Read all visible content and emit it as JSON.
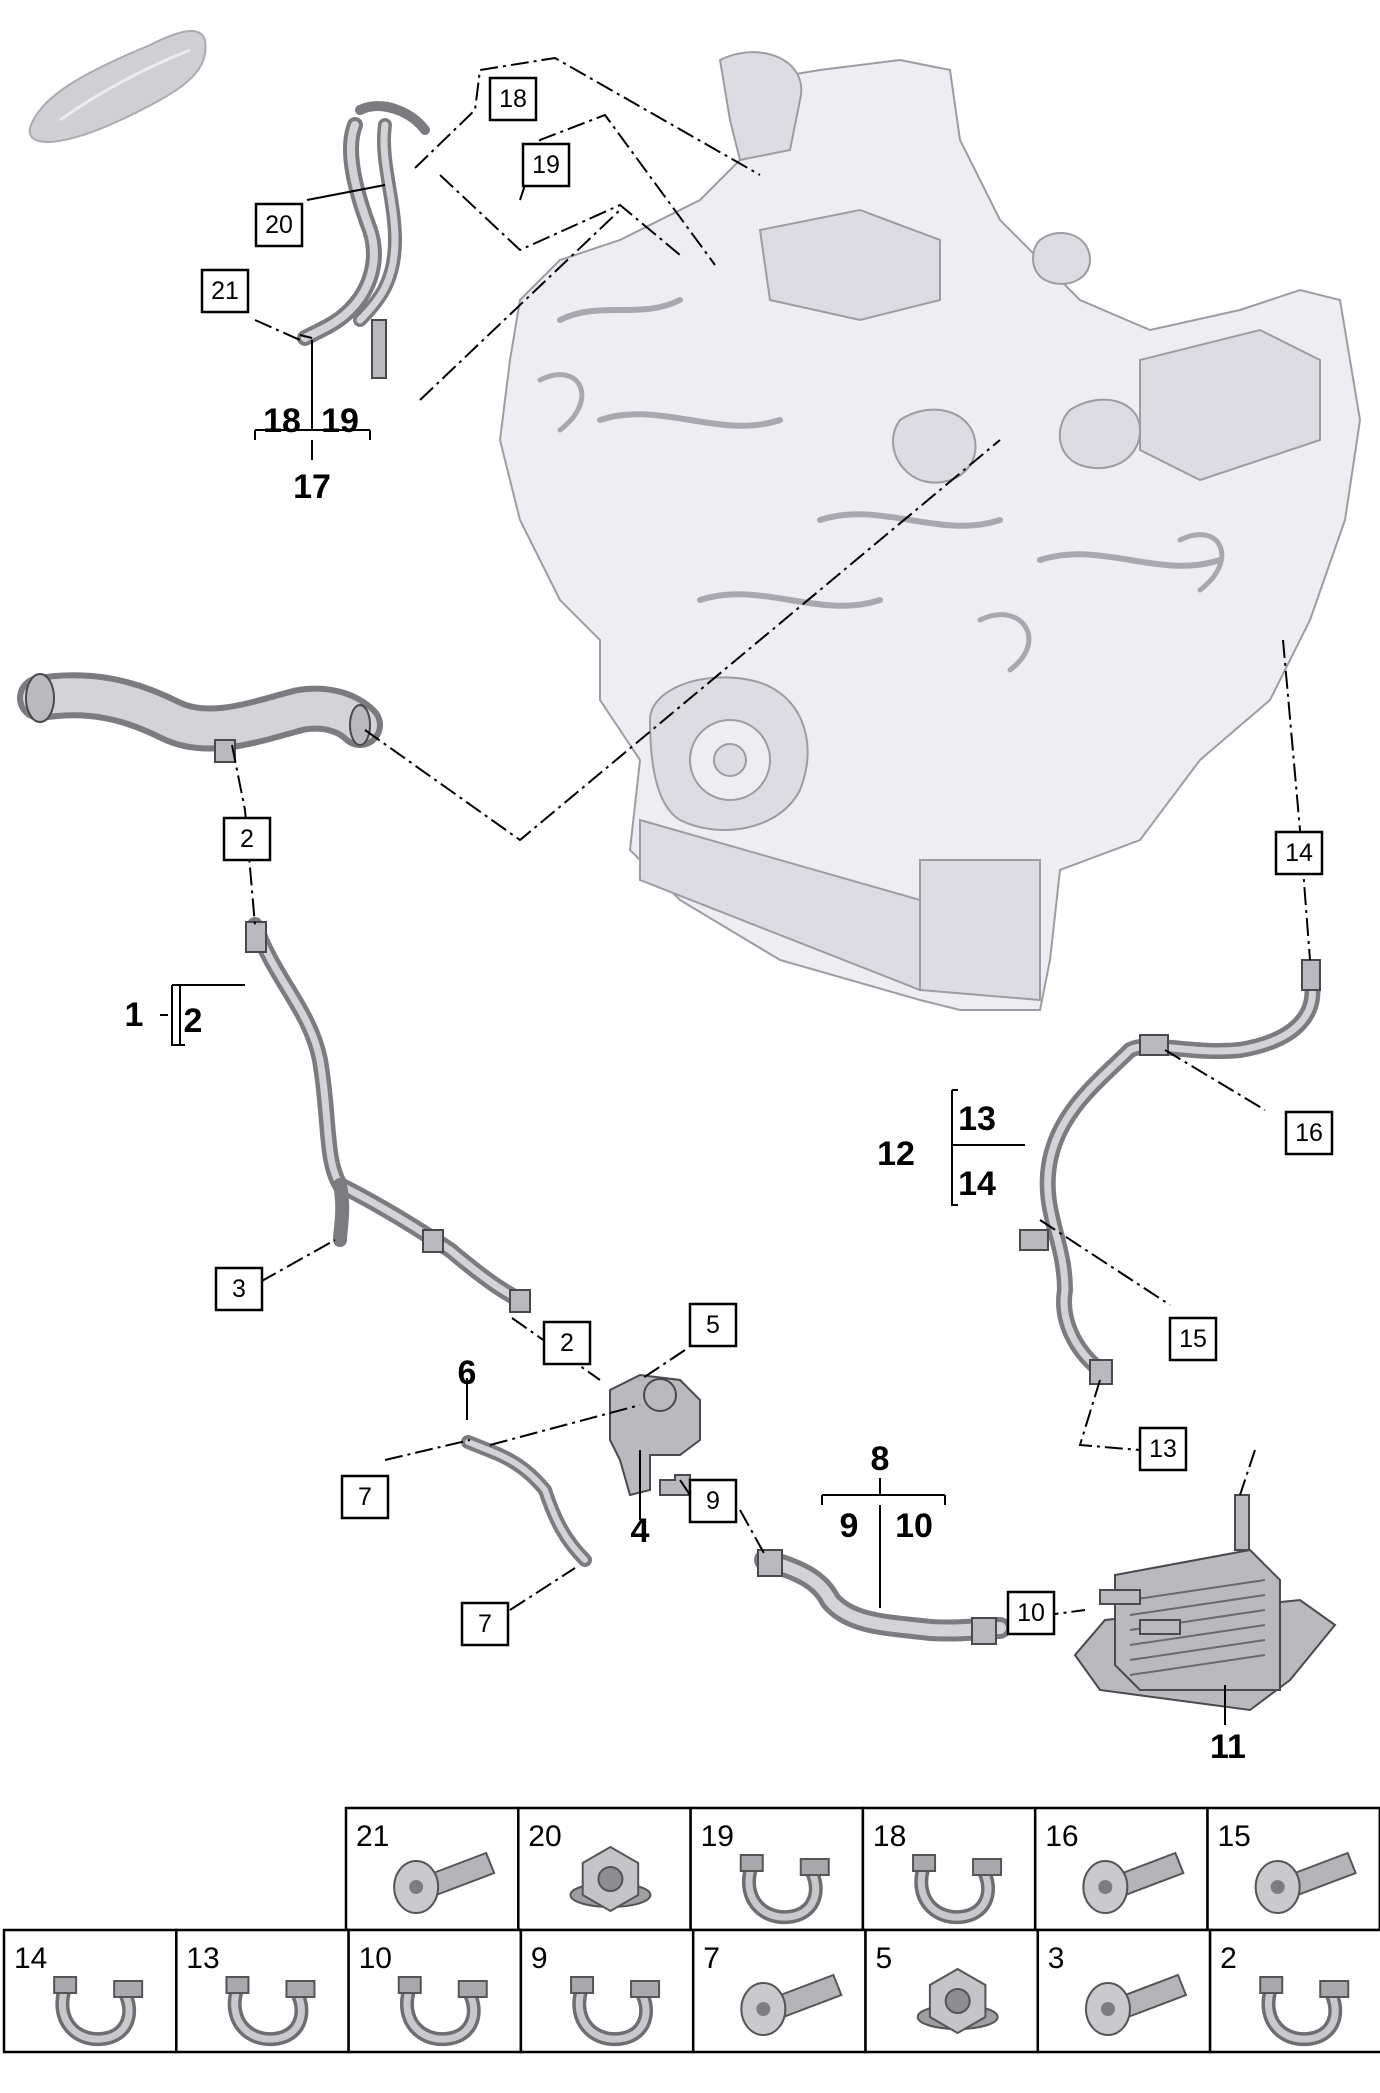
{
  "callouts": [
    {
      "id": "c18",
      "label": "18"
    },
    {
      "id": "c19a",
      "label": "19"
    },
    {
      "id": "c20",
      "label": "20"
    },
    {
      "id": "c21",
      "label": "21"
    },
    {
      "id": "c2a",
      "label": "2"
    },
    {
      "id": "c14",
      "label": "14"
    },
    {
      "id": "c16",
      "label": "16"
    },
    {
      "id": "c3",
      "label": "3"
    },
    {
      "id": "c2b",
      "label": "2"
    },
    {
      "id": "c5",
      "label": "5"
    },
    {
      "id": "c15",
      "label": "15"
    },
    {
      "id": "c13",
      "label": "13"
    },
    {
      "id": "c7a",
      "label": "7"
    },
    {
      "id": "c9",
      "label": "9"
    },
    {
      "id": "c10",
      "label": "10"
    },
    {
      "id": "c7b",
      "label": "7"
    }
  ],
  "assemblies": {
    "a17": {
      "top_left": "18",
      "top_right": "19",
      "bottom": "17"
    },
    "a1": {
      "left": "1",
      "right": "2"
    },
    "a12": {
      "left": "12",
      "top": "13",
      "bottom": "14"
    },
    "a8": {
      "top": "8",
      "left": "9",
      "right": "10"
    },
    "a6": {
      "label": "6"
    },
    "a4": {
      "label": "4"
    },
    "a11": {
      "label": "11"
    }
  },
  "parts_table": {
    "row1": [
      {
        "num": "21",
        "icon": "bolt-icon"
      },
      {
        "num": "20",
        "icon": "nut-icon"
      },
      {
        "num": "19",
        "icon": "clamp-icon"
      },
      {
        "num": "18",
        "icon": "clamp-icon"
      },
      {
        "num": "16",
        "icon": "bolt-icon"
      },
      {
        "num": "15",
        "icon": "bolt-icon"
      }
    ],
    "row2": [
      {
        "num": "14",
        "icon": "clamp-icon"
      },
      {
        "num": "13",
        "icon": "clamp-icon"
      },
      {
        "num": "10",
        "icon": "clamp-icon"
      },
      {
        "num": "9",
        "icon": "clamp-icon"
      },
      {
        "num": "7",
        "icon": "bolt-icon"
      },
      {
        "num": "5",
        "icon": "nut-icon"
      },
      {
        "num": "3",
        "icon": "bolt-icon"
      },
      {
        "num": "2",
        "icon": "clamp-icon"
      }
    ]
  },
  "colors": {
    "part_metal": "#b9b9be",
    "engine": "#eeeef2",
    "line": "#000000"
  }
}
